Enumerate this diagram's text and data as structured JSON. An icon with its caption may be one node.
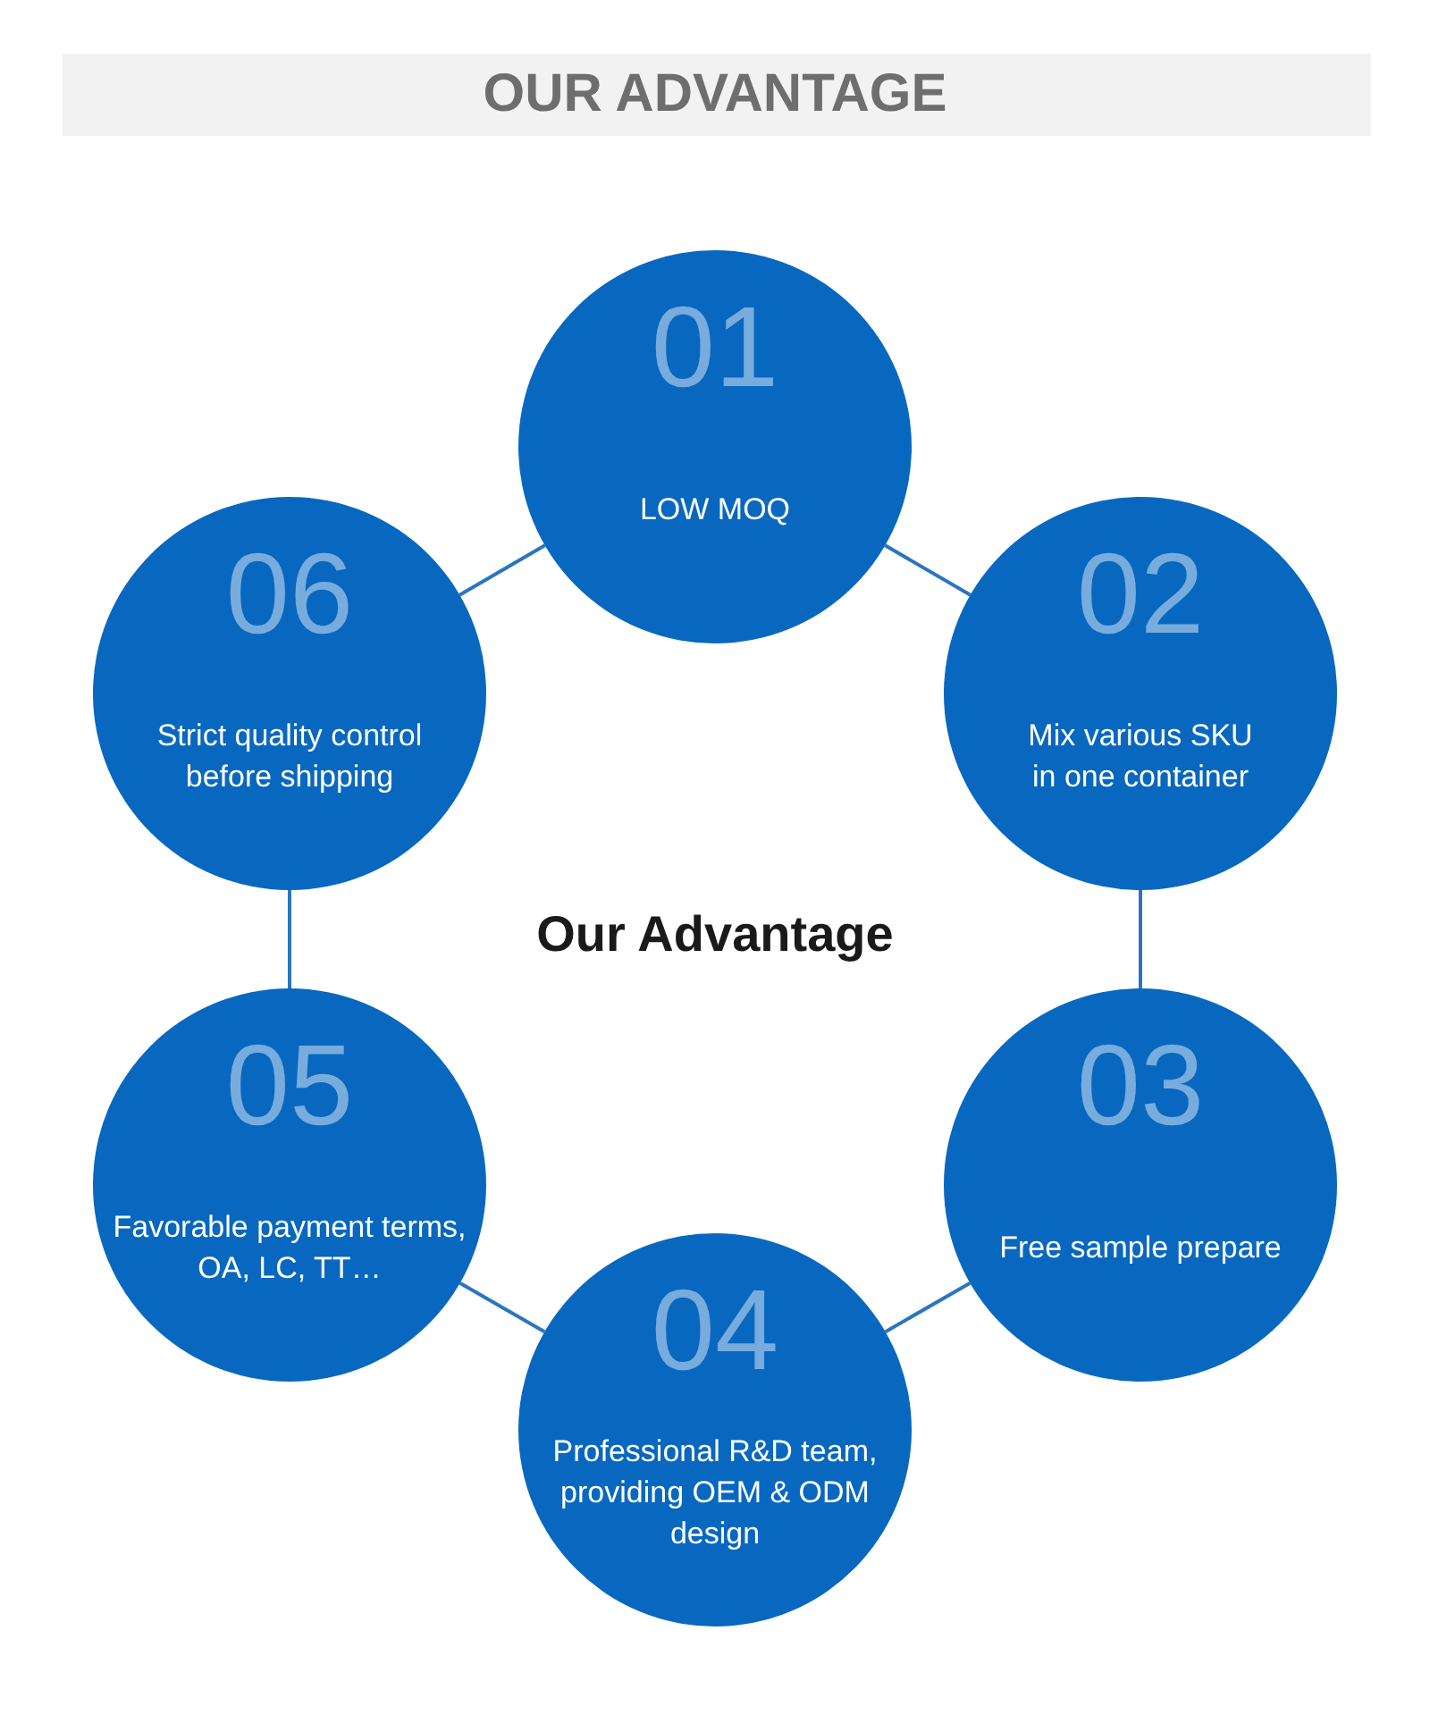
{
  "diagram": {
    "title": "OUR ADVANTAGE",
    "nodes": [
      {
        "text": [
          "01",
          "LOW MOQ"
        ]
      },
      {
        "text": [
          "02",
          "Mix various SKU in one container"
        ]
      },
      {
        "text": [
          "03",
          "Free sample prepare"
        ]
      },
      {
        "text": [
          "04",
          "Professional R&D team, providing OEM & ODM design"
        ]
      },
      {
        "text": [
          "05",
          "Favorable payment terms, OA, LC, TT…"
        ]
      },
      {
        "text": [
          "06",
          "Strict quality control before shipping"
        ]
      }
    ],
    "edges": [
      {
        "from": 0,
        "to": 1,
        "arrow": "none"
      },
      {
        "from": 1,
        "to": 2,
        "arrow": "none"
      },
      {
        "from": 2,
        "to": 3,
        "arrow": "none"
      },
      {
        "from": 3,
        "to": 4,
        "arrow": "none"
      },
      {
        "from": 4,
        "to": 5,
        "arrow": "none"
      },
      {
        "from": 5,
        "to": 0,
        "arrow": "none"
      }
    ],
    "labels": [
      "Our Advantage"
    ]
  }
}
